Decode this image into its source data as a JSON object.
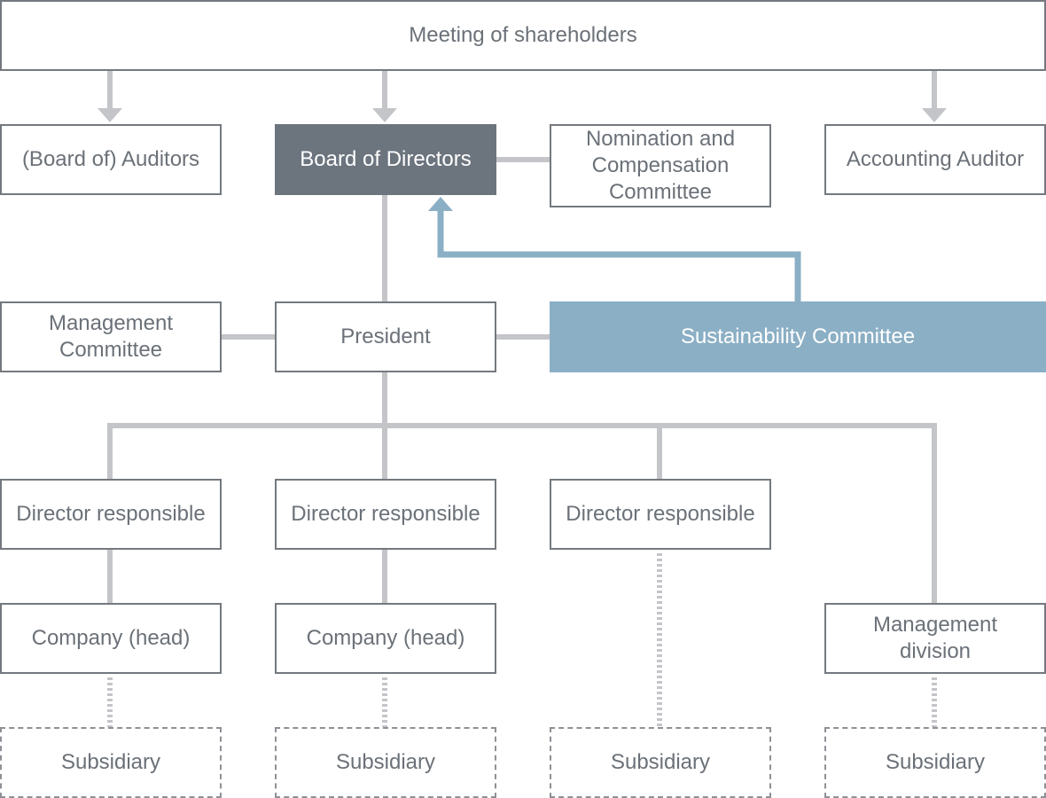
{
  "diagram": {
    "top": "Meeting of shareholders",
    "row1": {
      "auditors": "(Board of) Auditors",
      "board": "Board of Directors",
      "nomination": "Nomination and\nCompensation\nCommittee",
      "accounting": "Accounting Auditor"
    },
    "row2": {
      "management_committee": "Management\nCommittee",
      "president": "President",
      "sustainability": "Sustainability Committee"
    },
    "directors": [
      "Director responsible",
      "Director responsible",
      "Director responsible"
    ],
    "companies": [
      "Company (head)",
      "Company (head)"
    ],
    "management_division": "Management\ndivision",
    "subsidiaries": [
      "Subsidiary",
      "Subsidiary",
      "Subsidiary",
      "Subsidiary"
    ]
  },
  "colors": {
    "connector": "#c4c5c9",
    "board_fill": "#6c747e",
    "sustainability_fill": "#8bafc5",
    "text": "#6b7178"
  }
}
